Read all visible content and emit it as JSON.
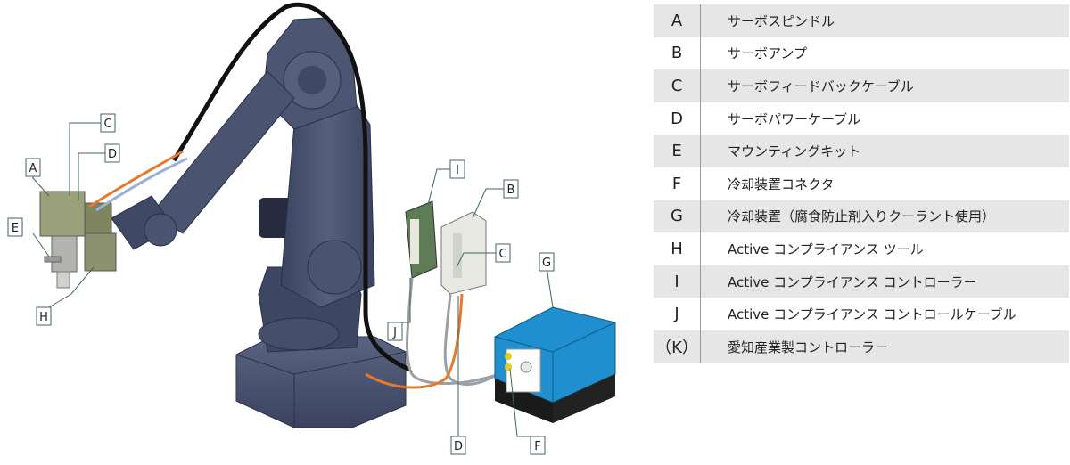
{
  "legend": [
    {
      "key": "A",
      "label": "サーボスピンドル"
    },
    {
      "key": "B",
      "label": "サーボアンプ"
    },
    {
      "key": "C",
      "label": "サーボフィードバックケーブル"
    },
    {
      "key": "D",
      "label": "サーボパワーケーブル"
    },
    {
      "key": "E",
      "label": "マウンティングキット"
    },
    {
      "key": "F",
      "label": "冷却装置コネクタ"
    },
    {
      "key": "G",
      "label": "冷却装置（腐食防止剤入りクーラント使用）"
    },
    {
      "key": "H",
      "label": "Active コンプライアンス ツール"
    },
    {
      "key": "I",
      "label": "Active コンプライアンス コントローラー"
    },
    {
      "key": "J",
      "label": "Active コンプライアンス コントロールケーブル"
    },
    {
      "key": "（K）",
      "label": "愛知産業製コントローラー"
    }
  ],
  "callouts": {
    "A": "A",
    "B": "B",
    "C1": "C",
    "C2": "C",
    "D1": "D",
    "D2": "D",
    "E": "E",
    "F": "F",
    "G": "G",
    "H": "H",
    "I": "I",
    "J": "J"
  },
  "colors": {
    "robot": "#4a5470",
    "robot_dark": "#353d55",
    "cabinet": "#1f8fd0",
    "cable_black": "#111111",
    "cable_orange": "#e57a2e",
    "cable_gray": "#9aa0a6",
    "callout_box": "#3f6a4e"
  }
}
